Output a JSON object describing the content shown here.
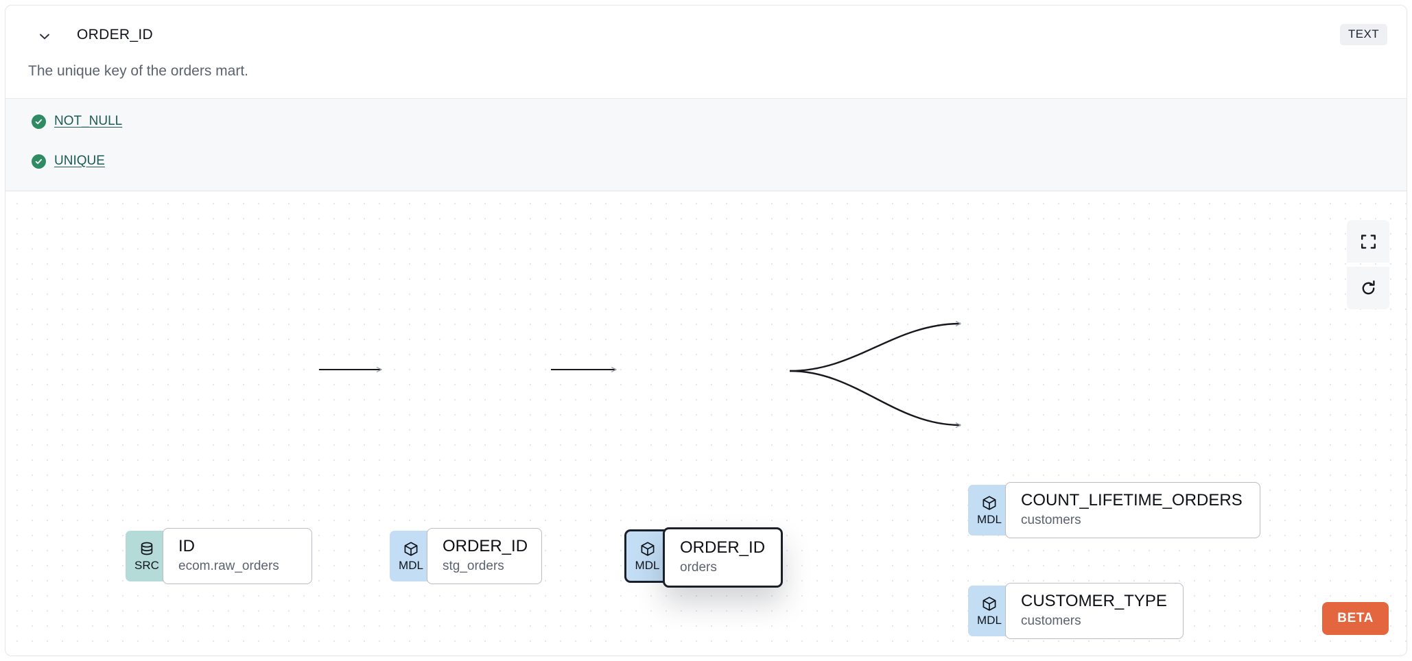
{
  "header": {
    "collapse_icon": "chevron-down-icon",
    "column_name": "ORDER_ID",
    "data_type_badge": "TEXT",
    "description": "The unique key of the orders mart."
  },
  "tests": [
    {
      "status_icon": "check-circle-icon",
      "label": "NOT_NULL",
      "status": "pass"
    },
    {
      "status_icon": "check-circle-icon",
      "label": "UNIQUE",
      "status": "pass"
    }
  ],
  "lineage": {
    "nodes": [
      {
        "id": "src-id",
        "badge": "SRC",
        "badge_icon": "database-icon",
        "name": "ID",
        "parent": "ecom.raw_orders",
        "selected": false
      },
      {
        "id": "stg-order-id",
        "badge": "MDL",
        "badge_icon": "cube-icon",
        "name": "ORDER_ID",
        "parent": "stg_orders",
        "selected": false
      },
      {
        "id": "orders-order-id",
        "badge": "MDL",
        "badge_icon": "cube-icon",
        "name": "ORDER_ID",
        "parent": "orders",
        "selected": true
      },
      {
        "id": "count-lifetime",
        "badge": "MDL",
        "badge_icon": "cube-icon",
        "name": "COUNT_LIFETIME_ORDERS",
        "parent": "customers",
        "selected": false
      },
      {
        "id": "customer-type",
        "badge": "MDL",
        "badge_icon": "cube-icon",
        "name": "CUSTOMER_TYPE",
        "parent": "customers",
        "selected": false
      }
    ],
    "edges": [
      {
        "from": "src-id",
        "to": "stg-order-id"
      },
      {
        "from": "stg-order-id",
        "to": "orders-order-id"
      },
      {
        "from": "orders-order-id",
        "to": "count-lifetime"
      },
      {
        "from": "orders-order-id",
        "to": "customer-type"
      }
    ],
    "controls": [
      {
        "name": "fit-view-button",
        "icon": "fit-screen-icon"
      },
      {
        "name": "refresh-button",
        "icon": "refresh-icon"
      }
    ],
    "beta_label": "BETA"
  },
  "colors": {
    "mdl_badge": "#c2ddf4",
    "src_badge": "#b5dbd8",
    "test_pass": "#2e8b62",
    "test_link": "#1c5a55",
    "beta": "#e4663f",
    "tests_background": "#f7f8fa",
    "selected_border": "#1b1f2a"
  }
}
